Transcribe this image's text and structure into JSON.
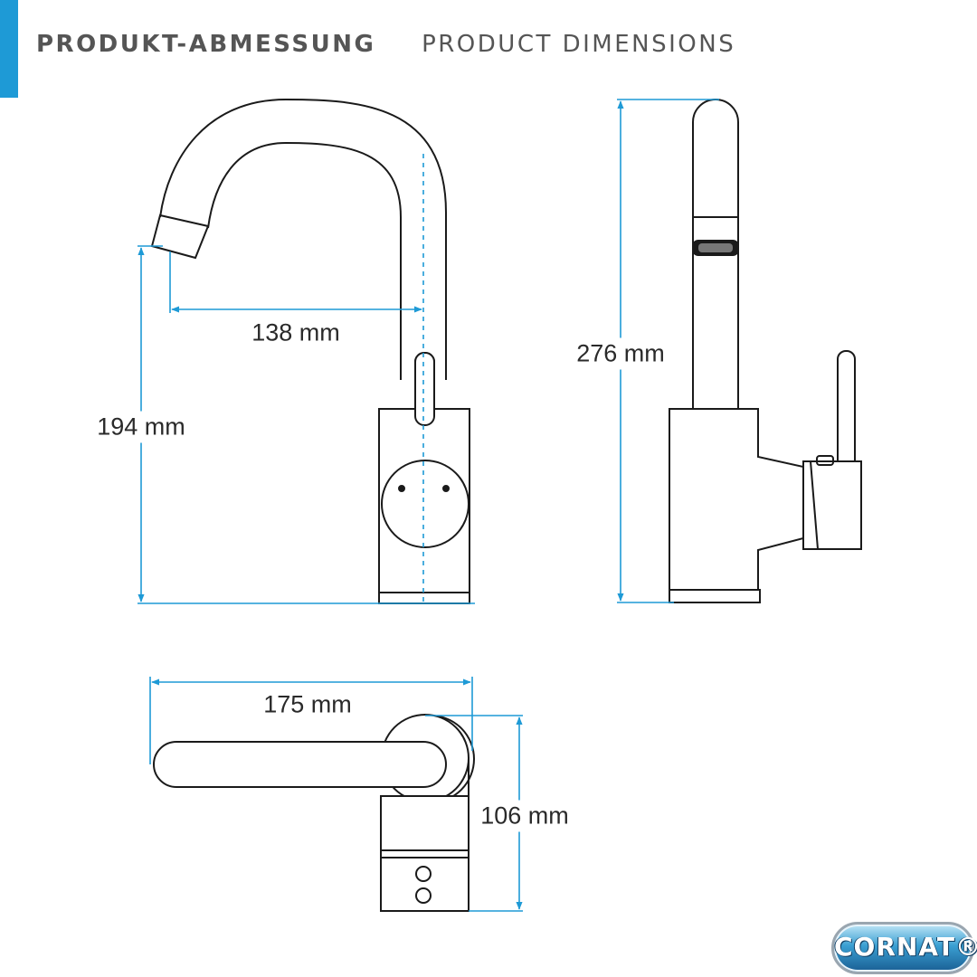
{
  "header": {
    "title_de": "PRODUKT-ABMESSUNG",
    "title_en": "PRODUCT DIMENSIONS"
  },
  "dimensions": {
    "reach": "138 mm",
    "spout_height": "194 mm",
    "total_height": "276 mm",
    "top_length": "175 mm",
    "top_depth": "106 mm"
  },
  "logo": {
    "text": "CORNAT®"
  },
  "colors": {
    "accent": "#1e9ad6",
    "line": "#1a1a1a",
    "text": "#555555"
  }
}
